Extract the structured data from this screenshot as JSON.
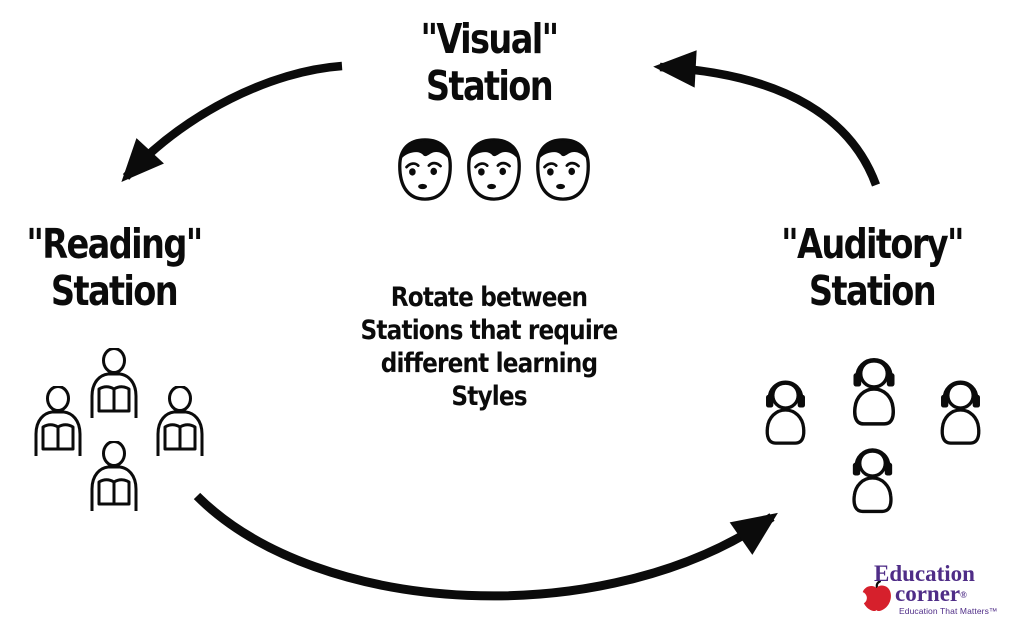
{
  "diagram": {
    "type": "cycle",
    "ink_color": "#0b0b0b",
    "background": "#ffffff",
    "cycle_edges": [
      {
        "from": "visual-station",
        "to": "reading-station"
      },
      {
        "from": "reading-station",
        "to": "auditory-station"
      },
      {
        "from": "auditory-station",
        "to": "visual-station"
      }
    ]
  },
  "stations": {
    "visual": {
      "title": [
        "\"Visual\"",
        "Station"
      ],
      "icon": "face-icon",
      "icon_count": 3
    },
    "reading": {
      "title": [
        "\"Reading\"",
        "Station"
      ],
      "icon": "reader-icon",
      "icon_count": 4
    },
    "auditory": {
      "title": [
        "\"Auditory\"",
        "Station"
      ],
      "icon": "headphones-icon",
      "icon_count": 4
    }
  },
  "center_text": {
    "lines": [
      "Rotate between",
      "Stations that require",
      "different learning",
      "Styles"
    ]
  },
  "logo": {
    "line1": "Education",
    "line2": "corner",
    "registered": "®",
    "tagline": "Education That Matters™",
    "purple": "#4F2D87",
    "apple_red": "#D6202C"
  }
}
